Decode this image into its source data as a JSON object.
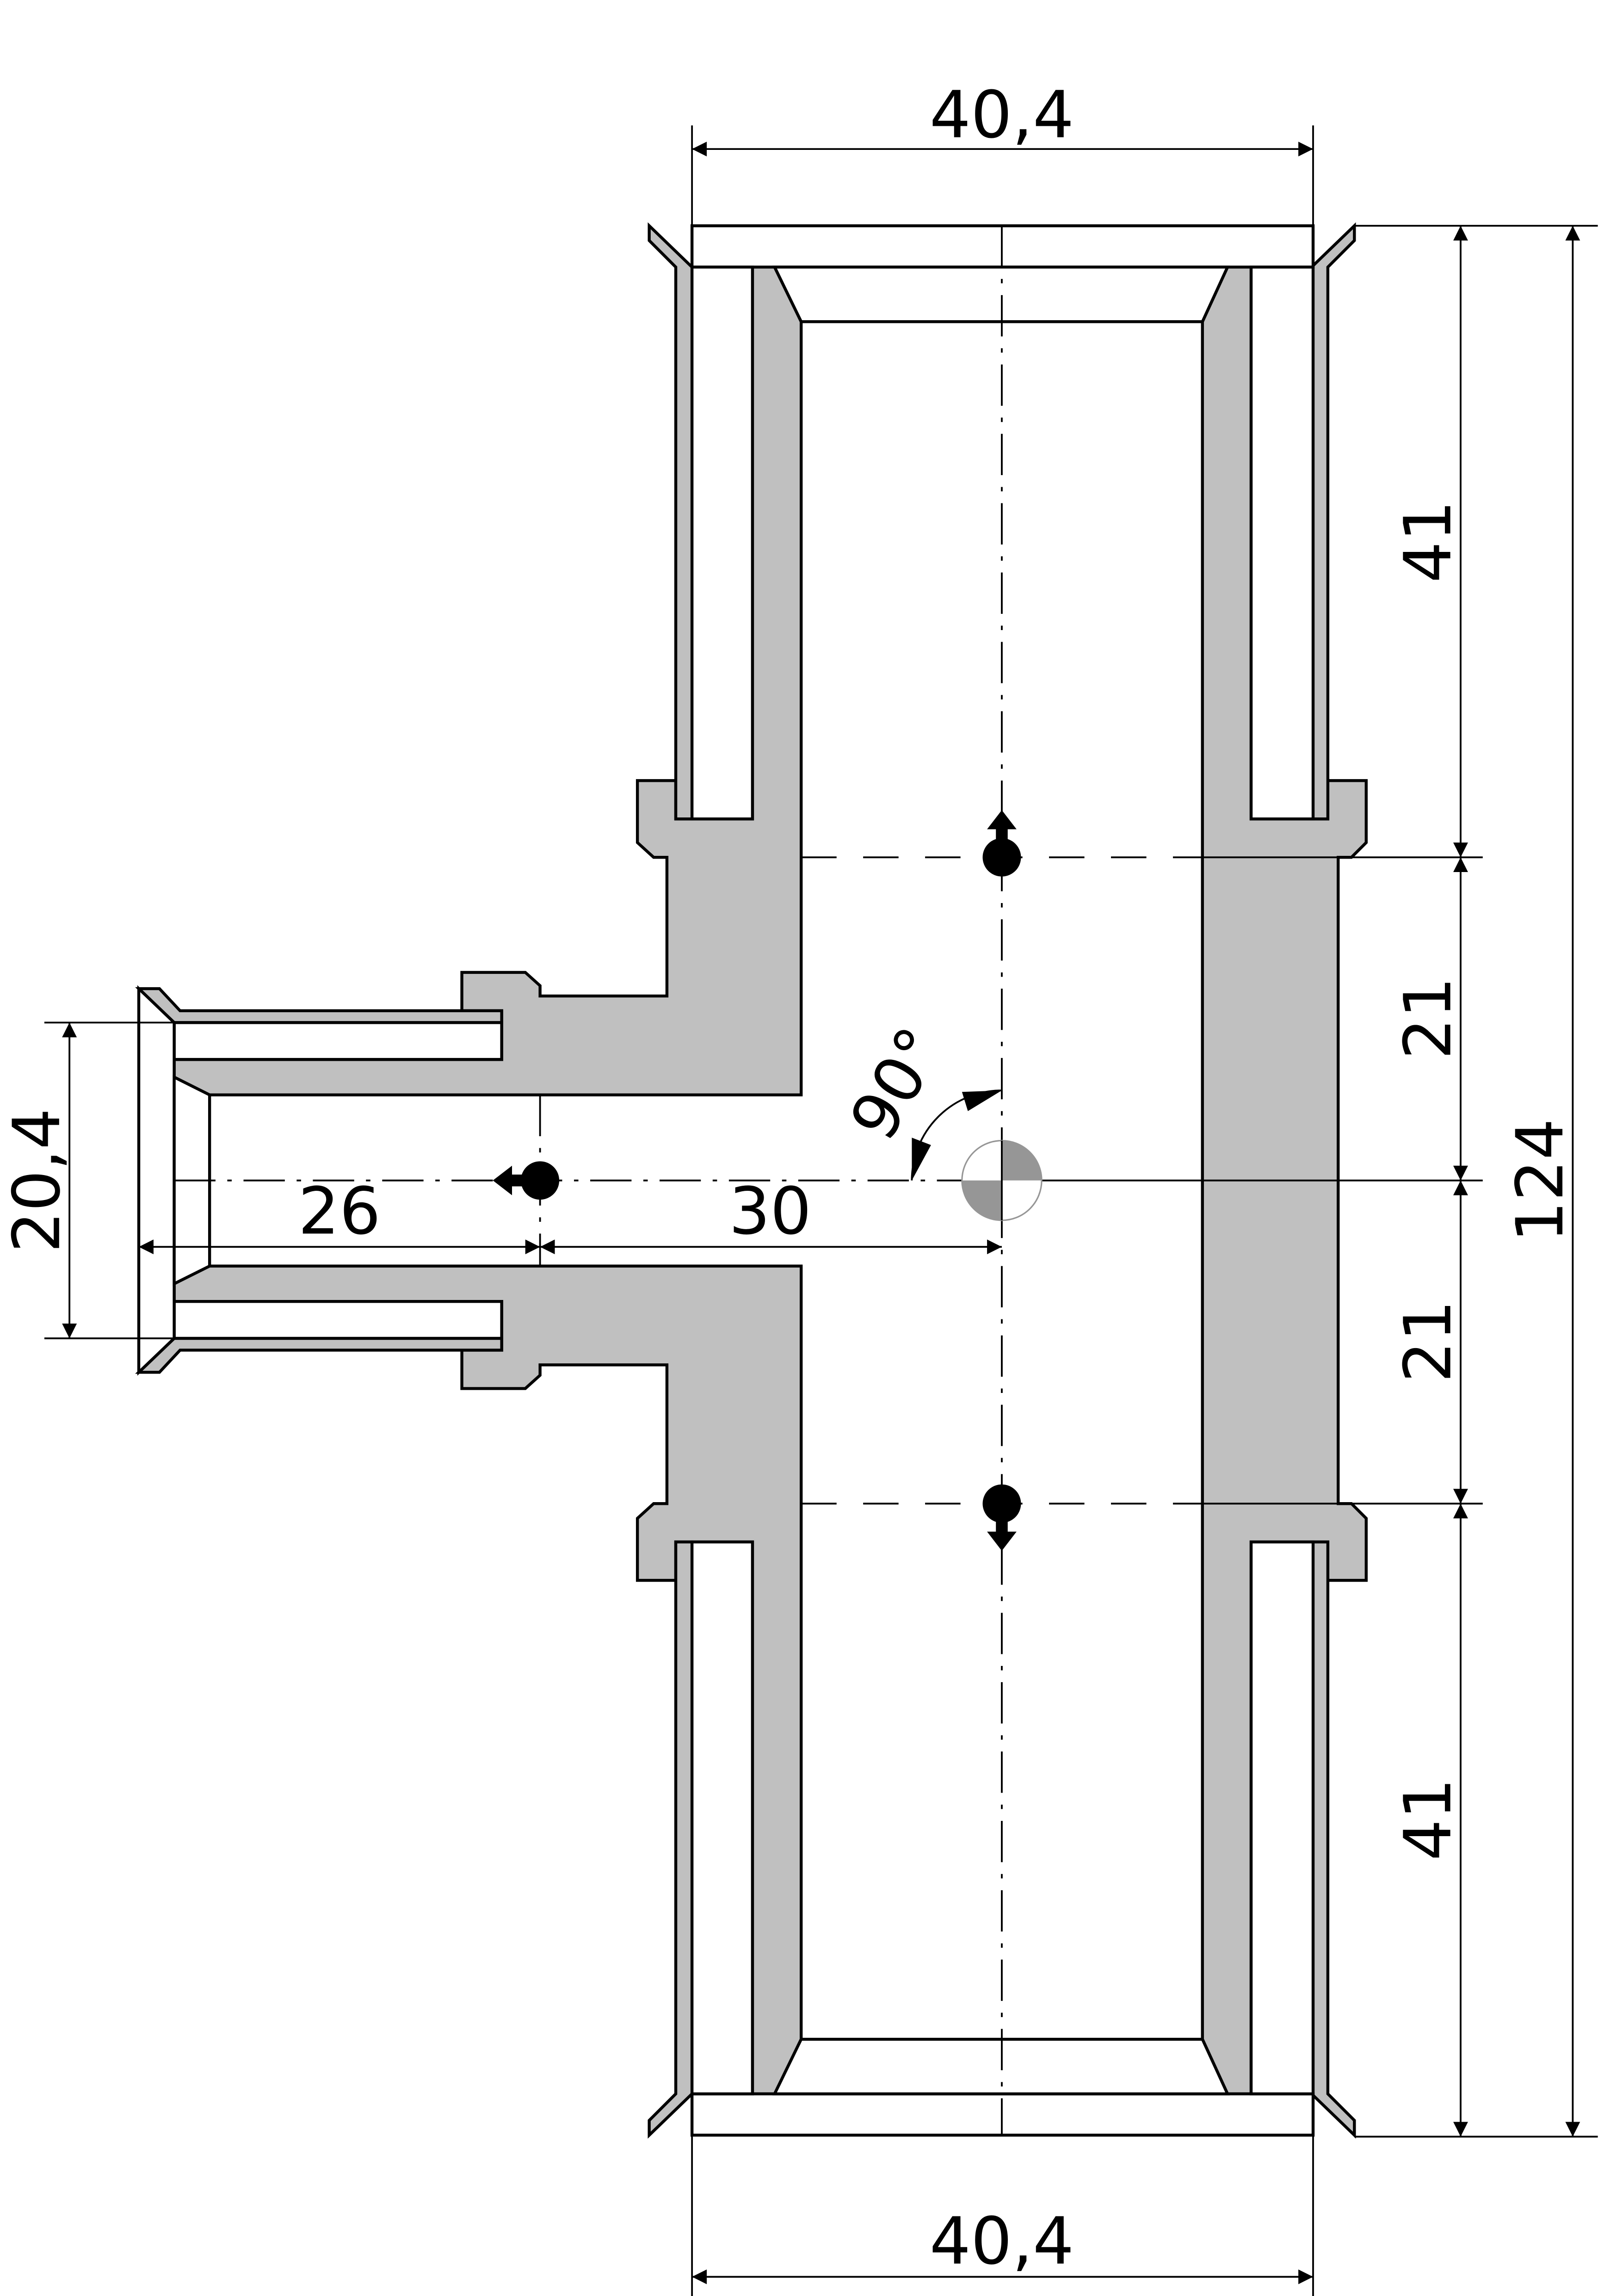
{
  "drawing": {
    "colors": {
      "section_fill": "#c0c0c0",
      "line": "#000000",
      "symbol_fill": "#969696"
    },
    "dimensions": {
      "top_width": "40,4",
      "bottom_width": "40,4",
      "right_upper_length": "41",
      "right_upper_mid": "21",
      "right_lower_mid": "21",
      "right_lower_length": "41",
      "total_length": "124",
      "branch_diameter": "20,4",
      "branch_length_outer": "26",
      "branch_length_inner": "30",
      "angle": "90°"
    }
  }
}
